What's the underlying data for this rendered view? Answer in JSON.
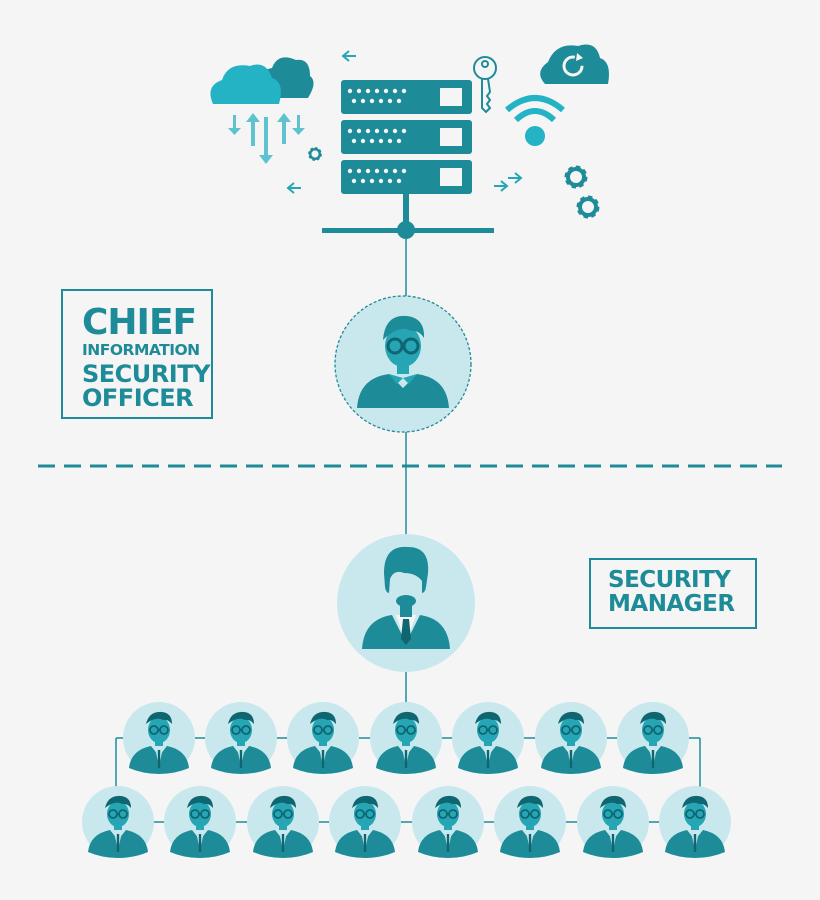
{
  "labels": {
    "ciso": {
      "line1": "CHIEF",
      "line2": "INFORMATION",
      "line3": "SECURITY",
      "line4": "OFFICER"
    },
    "manager": {
      "line1": "SECURITY",
      "line2": "MANAGER"
    }
  },
  "colors": {
    "background": "#f5f5f5",
    "teal_dark": "#1e8b98",
    "teal_mid": "#26a6b5",
    "teal_light": "#c8e8ee",
    "cloud_light": "#23b3c5"
  },
  "icons": [
    "cloud-icon",
    "server-icon",
    "key-icon",
    "wifi-icon",
    "sync-cloud-icon",
    "gear-icon",
    "arrow-icon"
  ],
  "staff": {
    "row1_count": 7,
    "row2_count": 8
  }
}
